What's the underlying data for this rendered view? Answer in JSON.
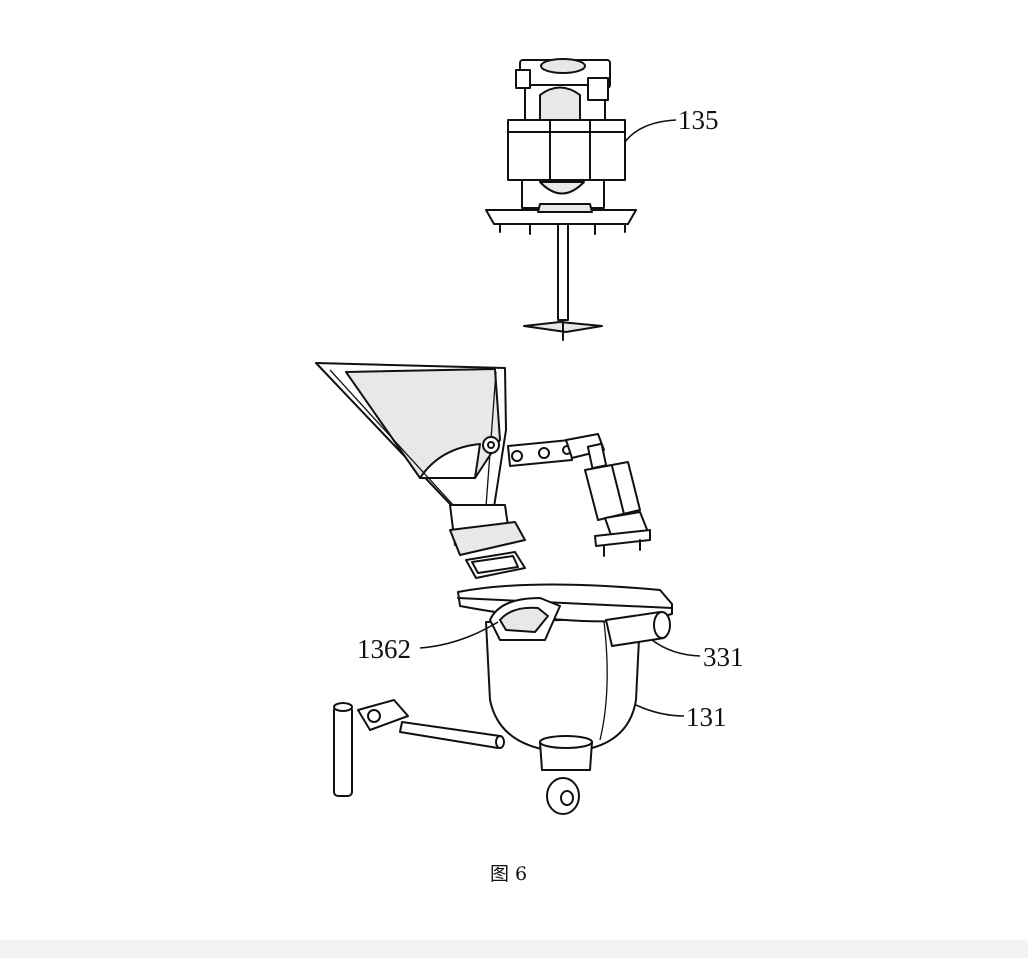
{
  "figure": {
    "caption": "图 6",
    "labels": {
      "motor": "135",
      "gate": "1362",
      "pipe": "331",
      "bowl": "131"
    }
  },
  "icons": {
    "motor_assembly": "motor-assembly-icon",
    "funnel": "funnel-icon",
    "linkage_arm": "linkage-arm-icon",
    "cylinder": "actuator-cylinder-icon",
    "bowl": "bowl-container-icon",
    "pin": "pin-icon",
    "shaft": "shaft-icon",
    "ring": "ring-icon"
  },
  "colors": {
    "line": "#111111",
    "background": "#ffffff"
  }
}
